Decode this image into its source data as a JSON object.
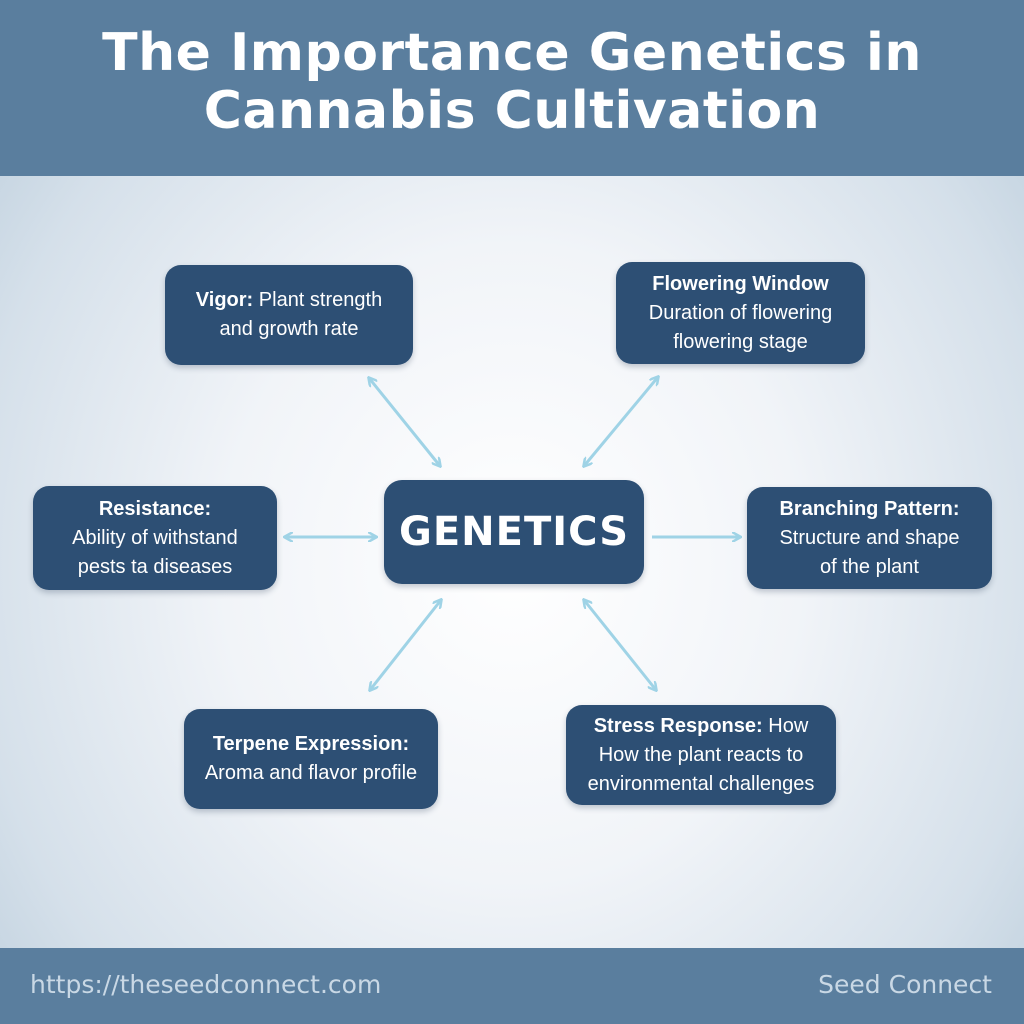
{
  "title": {
    "line1": "The Importance Genetics in",
    "line2": "Cannabis Cultivation"
  },
  "center": {
    "label": "GENETICS"
  },
  "nodes": {
    "vigor": {
      "heading": "Vigor:",
      "line1_rest": "Plant strength",
      "line2": "and growth rate"
    },
    "flowering": {
      "heading": "Flowering Window",
      "line2": "Duration of flowering",
      "line3": "flowering stage"
    },
    "resistance": {
      "heading": "Resistance:",
      "line2": "Ability of withstand",
      "line3": "pests ta diseases"
    },
    "branching": {
      "heading": "Branching Pattern:",
      "line2": "Structure and shape",
      "line3": "of the plant"
    },
    "terpene": {
      "heading": "Terpene Expression:",
      "line2": "Aroma and flavor profile"
    },
    "stress": {
      "heading": "Stress Response:",
      "line1_rest": "How",
      "line2": "How the plant reacts to",
      "line3": "environmental challenges"
    }
  },
  "footer": {
    "url": "https://theseedconnect.com",
    "brand": "Seed Connect"
  },
  "colors": {
    "header_bg": "#5a7e9e",
    "node_bg": "#2d4f74",
    "arrow": "#9fd3e6",
    "footer_text": "#c9d8e5"
  }
}
